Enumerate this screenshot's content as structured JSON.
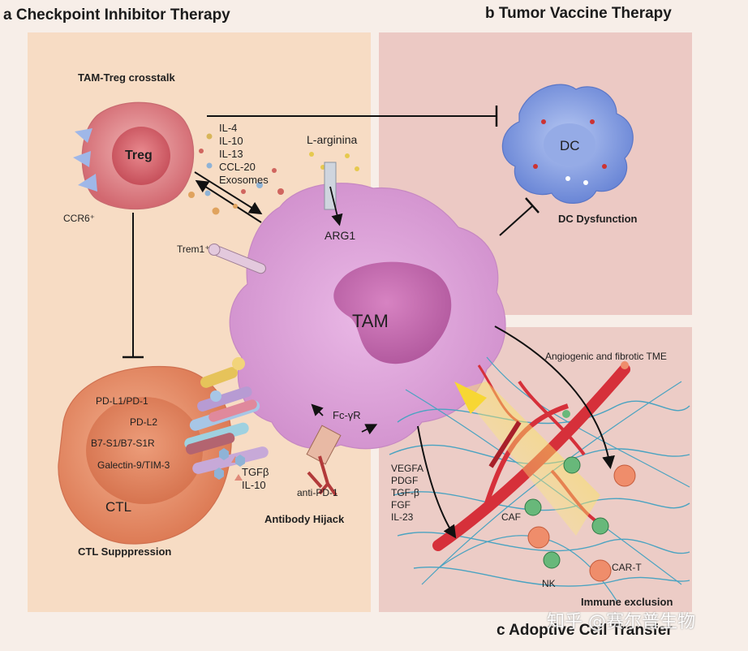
{
  "titles": {
    "a": "a Checkpoint Inhibitor Therapy",
    "b": "b Tumor Vaccine Therapy",
    "c": "c Adoptive Cell Transfer"
  },
  "labels": {
    "tam_treg": "TAM-Treg crosstalk",
    "treg": "Treg",
    "ccr6": "CCR6⁺",
    "cytokines": [
      "IL-4",
      "IL-10",
      "IL-13",
      "CCL-20",
      "Exosomes"
    ],
    "l_arginina": "L-arginina",
    "arg1": "ARG1",
    "trem1": "Trem1⁺",
    "tam": "TAM",
    "dc": "DC",
    "dc_dysfunction": "DC Dysfunction",
    "ctl_pairs": [
      "PD-L1/PD-1",
      "PD-L2",
      "B7-S1/B7-S1R",
      "Galectin-9/TIM-3"
    ],
    "ctl": "CTL",
    "ctl_suppression": "CTL Supppression",
    "tgfb": "TGFβ",
    "il10": "IL-10",
    "fcyr": "Fc-γR",
    "anti_pd1": "anti-PD-1",
    "antibody_hijack": "Antibody Hijack",
    "angiogenic": "Angiogenic and fibrotic TME",
    "factors": [
      "VEGFA",
      "PDGF",
      "TGF-β",
      "FGF",
      "IL-23"
    ],
    "caf": "CAF",
    "nk": "NK",
    "car_t": "CAR-T",
    "immune_exclusion": "Immune exclusion"
  },
  "watermark": "知乎 @赛尔普生物",
  "colors": {
    "panel_a": "#f7dcc4",
    "panel_b": "#ecc9c4",
    "panel_c": "#ecccc6",
    "tam": "#d79ad3",
    "treg": "#d9757a",
    "ctl": "#e59067",
    "dc": "#7f9be0"
  }
}
